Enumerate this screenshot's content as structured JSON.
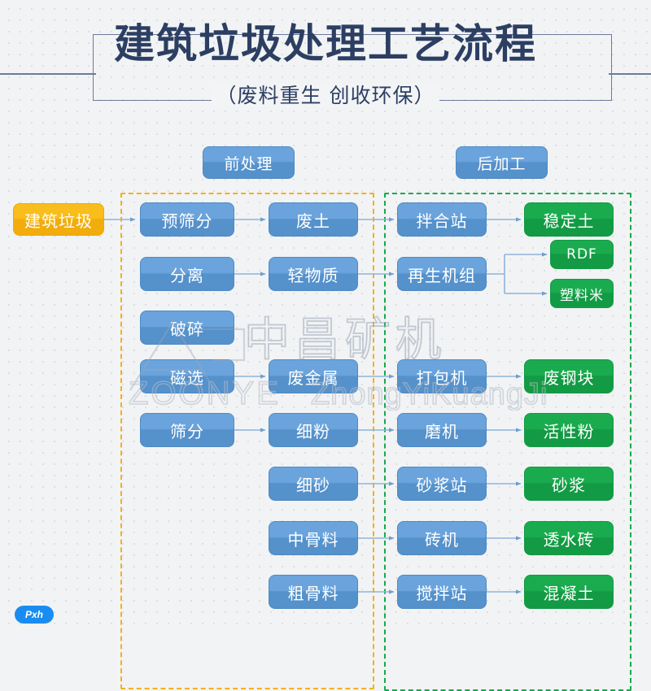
{
  "header": {
    "title": "建筑垃圾处理工艺流程",
    "subtitle": "（废料重生  创收环保）"
  },
  "watermark": {
    "cn": "中昌矿机",
    "en_top": "ZOONYE",
    "en_bottom": "ZhongYiKuangJi"
  },
  "badge": {
    "label": "Pxh"
  },
  "zones": {
    "pre": {
      "label": "前处理",
      "border_color": "#f5b01c"
    },
    "post": {
      "label": "后加工",
      "border_color": "#13ab4c"
    }
  },
  "colors": {
    "blue": "#5b9bd5",
    "green": "#17a94a",
    "orange": "#f7b717",
    "arrow": "#8fb4da",
    "title": "#2c3f63",
    "frame": "#6b7a9c",
    "background": "#f2f3f4"
  },
  "chart_data": {
    "type": "diagram",
    "title": "建筑垃圾处理工艺流程",
    "nodes": [
      {
        "id": "start",
        "label": "建筑垃圾",
        "color": "orange",
        "col": 0,
        "row": 0
      },
      {
        "id": "pre1",
        "label": "预筛分",
        "color": "blue",
        "col": 1,
        "row": 0
      },
      {
        "id": "pre2",
        "label": "分离",
        "color": "blue",
        "col": 1,
        "row": 1
      },
      {
        "id": "pre3",
        "label": "破碎",
        "color": "blue",
        "col": 1,
        "row": 2
      },
      {
        "id": "pre4",
        "label": "磁选",
        "color": "blue",
        "col": 1,
        "row": 3
      },
      {
        "id": "pre5",
        "label": "筛分",
        "color": "blue",
        "col": 1,
        "row": 4
      },
      {
        "id": "mid1",
        "label": "废土",
        "color": "blue",
        "col": 2,
        "row": 0
      },
      {
        "id": "mid2",
        "label": "轻物质",
        "color": "blue",
        "col": 2,
        "row": 1
      },
      {
        "id": "mid3",
        "label": "废金属",
        "color": "blue",
        "col": 2,
        "row": 3
      },
      {
        "id": "mid4",
        "label": "细粉",
        "color": "blue",
        "col": 2,
        "row": 4
      },
      {
        "id": "mid5",
        "label": "细砂",
        "color": "blue",
        "col": 2,
        "row": 5
      },
      {
        "id": "mid6",
        "label": "中骨料",
        "color": "blue",
        "col": 2,
        "row": 6
      },
      {
        "id": "mid7",
        "label": "粗骨料",
        "color": "blue",
        "col": 2,
        "row": 7
      },
      {
        "id": "post1",
        "label": "拌合站",
        "color": "blue",
        "col": 3,
        "row": 0
      },
      {
        "id": "post2",
        "label": "再生机组",
        "color": "blue",
        "col": 3,
        "row": 1
      },
      {
        "id": "post3",
        "label": "打包机",
        "color": "blue",
        "col": 3,
        "row": 3
      },
      {
        "id": "post4",
        "label": "磨机",
        "color": "blue",
        "col": 3,
        "row": 4
      },
      {
        "id": "post5",
        "label": "砂浆站",
        "color": "blue",
        "col": 3,
        "row": 5
      },
      {
        "id": "post6",
        "label": "砖机",
        "color": "blue",
        "col": 3,
        "row": 6
      },
      {
        "id": "post7",
        "label": "搅拌站",
        "color": "blue",
        "col": 3,
        "row": 7
      },
      {
        "id": "out1",
        "label": "稳定土",
        "color": "green",
        "col": 4,
        "row": 0
      },
      {
        "id": "out2",
        "label": "RDF",
        "color": "green",
        "col": 4,
        "row": 1
      },
      {
        "id": "out3",
        "label": "塑料米",
        "color": "green",
        "col": 4,
        "row": 2
      },
      {
        "id": "out4",
        "label": "废钢块",
        "color": "green",
        "col": 4,
        "row": 3
      },
      {
        "id": "out5",
        "label": "活性粉",
        "color": "green",
        "col": 4,
        "row": 4
      },
      {
        "id": "out6",
        "label": "砂浆",
        "color": "green",
        "col": 4,
        "row": 5
      },
      {
        "id": "out7",
        "label": "透水砖",
        "color": "green",
        "col": 4,
        "row": 6
      },
      {
        "id": "out8",
        "label": "混凝土",
        "color": "green",
        "col": 4,
        "row": 7
      }
    ],
    "edges": [
      {
        "from": "start",
        "to": "pre1"
      },
      {
        "from": "pre1",
        "to": "mid1"
      },
      {
        "from": "pre2",
        "to": "mid2"
      },
      {
        "from": "pre4",
        "to": "mid3"
      },
      {
        "from": "pre5",
        "to": "mid4"
      },
      {
        "from": "mid1",
        "to": "post1"
      },
      {
        "from": "mid2",
        "to": "post2"
      },
      {
        "from": "mid3",
        "to": "post3"
      },
      {
        "from": "mid4",
        "to": "post4"
      },
      {
        "from": "mid5",
        "to": "post5"
      },
      {
        "from": "mid6",
        "to": "post6"
      },
      {
        "from": "mid7",
        "to": "post7"
      },
      {
        "from": "post1",
        "to": "out1"
      },
      {
        "from": "post2",
        "to": "out2"
      },
      {
        "from": "post2",
        "to": "out3"
      },
      {
        "from": "post3",
        "to": "out4"
      },
      {
        "from": "post4",
        "to": "out5"
      },
      {
        "from": "post5",
        "to": "out6"
      },
      {
        "from": "post6",
        "to": "out7"
      },
      {
        "from": "post7",
        "to": "out8"
      }
    ]
  }
}
